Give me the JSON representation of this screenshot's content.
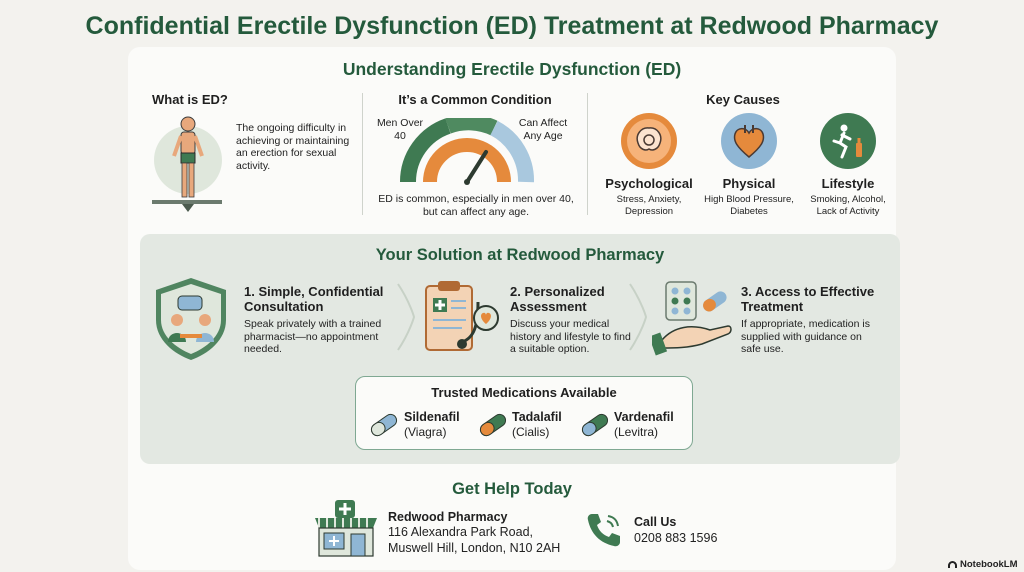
{
  "title": "Confidential Erectile Dysfunction (ED) Treatment at Redwood Pharmacy",
  "understanding": {
    "heading": "Understanding Erectile Dysfunction (ED)",
    "what": {
      "heading": "What is ED?",
      "text": "The ongoing difficulty in achieving or maintaining an erection for sexual activity."
    },
    "common": {
      "heading": "It’s a Common Condition",
      "gauge_left": "Men Over 40",
      "gauge_right": "Can Affect Any Age",
      "text": "ED is common, especially in men over 40, but can affect any age."
    },
    "causes": {
      "heading": "Key Causes",
      "items": [
        {
          "name": "Psychological",
          "text": "Stress, Anxiety, Depression",
          "color": "#e58a3c",
          "icon": "brain-icon"
        },
        {
          "name": "Physical",
          "text": "High Blood Pressure, Diabetes",
          "color": "#8fb6d4",
          "icon": "heart-icon"
        },
        {
          "name": "Lifestyle",
          "text": "Smoking, Alcohol, Lack of Activity",
          "color": "#3f7a52",
          "icon": "running-icon"
        }
      ]
    }
  },
  "solution": {
    "heading": "Your Solution at Redwood Pharmacy",
    "steps": [
      {
        "title": "1. Simple, Confidential Consultation",
        "text": "Speak privately with a trained pharmacist—no appointment needed.",
        "icon": "consultation-icon"
      },
      {
        "title": "2. Personalized Assessment",
        "text": "Discuss your medical history and lifestyle to find a suitable option.",
        "icon": "clipboard-stethoscope-icon"
      },
      {
        "title": "3. Access to Effective Treatment",
        "text": "If appropriate, medication is supplied with guidance on safe use.",
        "icon": "hand-pills-icon"
      }
    ],
    "meds": {
      "heading": "Trusted Medications Available",
      "items": [
        {
          "name": "Sildenafil",
          "brand": "(Viagra)",
          "color": "#8fb6d4"
        },
        {
          "name": "Tadalafil",
          "brand": "(Cialis)",
          "color": "#e58a3c"
        },
        {
          "name": "Vardenafil",
          "brand": "(Levitra)",
          "color": "#8fb6d4"
        }
      ]
    }
  },
  "help": {
    "heading": "Get Help Today",
    "pharmacy_name": "Redwood Pharmacy",
    "address_line1": "116 Alexandra Park Road,",
    "address_line2": "Muswell Hill, London, N10 2AH",
    "call_label": "Call Us",
    "phone": "0208 883 1596"
  },
  "watermark": "NotebookLM",
  "colors": {
    "green": "#245a3c",
    "orange": "#e58a3c",
    "blue": "#8fb6d4",
    "panel": "#e3e8e2"
  }
}
